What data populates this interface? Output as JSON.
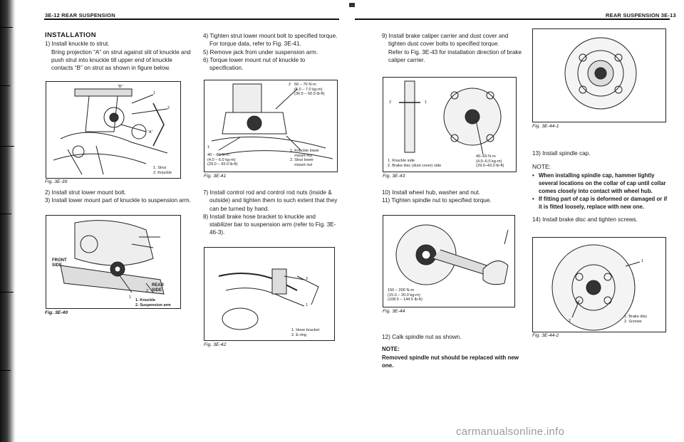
{
  "header": {
    "left": "3E-12 REAR SUSPENSION",
    "right": "REAR SUSPENSION 3E-13"
  },
  "col1": {
    "heading": "INSTALLATION",
    "step1": "1) Install knuckle to strut.",
    "step1_detail": "Bring projection “A” on strut against slit of knuckle and push strut into knuckle till upper end of knuckle contacts “B” on strut as shown in figure below.",
    "step2": "2) Install strut lower mount bolt.",
    "step3": "3) Install lower mount part of knuckle to suspension arm."
  },
  "fig39": {
    "caption": "Fig. 3E-39",
    "label_b": "“B”",
    "label_a": "“A”",
    "label_1": "1",
    "label_2": "2",
    "legend": "1. Strut\n2. Knuckle"
  },
  "fig40": {
    "caption": "Fig. 3E-40",
    "front": "FRONT\nSIDE",
    "rear": "REAR\nSIDE",
    "label_1": "1",
    "label_2": "2",
    "legend": "1. Knuckle\n2. Suspension arm"
  },
  "col2": {
    "step4": "4) Tighten strut lower mount bolt to specified torque. For torque data, refer to Fig. 3E-41.",
    "step5": "5) Remove jack from under suspension arm.",
    "step6": "6) Torque lower mount nut of knuckle to specification.",
    "step7": "7) Install control rod and control rod nuts (inside & outside) and tighten them to such extent that they can be turned by hand.",
    "step8": "8) Install brake hose bracket to knuckle and stabilizer bar to suspension arm (refer to Fig. 3E-46-3)."
  },
  "fig41": {
    "caption": "Fig. 3E-41",
    "torque_top": "50 – 70 N·m\n(5.0 – 7.0 kg-m)\n(36.5 – 50.5 lb-ft)",
    "torque_bottom": "40 – 60 N·m\n(4.0 – 6.0 kg-m)\n(29.0 – 43.0 lb-ft)",
    "label_1": "1",
    "label_2": "2",
    "legend": "1. Knuckle lower\n    mount nut\n2. Strut lower\n    mount nut"
  },
  "fig42": {
    "caption": "Fig. 3E-42",
    "label_1": "1",
    "label_2": "2",
    "legend": "1. Hose bracket\n2. E-ring"
  },
  "col3": {
    "step9": "9) Install brake caliper carrier and dust cover and tighten dust cover bolts to specified torque.",
    "step9_detail": "Refer to Fig. 3E-43 for installation direction of brake caliper carrier.",
    "step10": "10) Install wheel hub, washer and nut.",
    "step11": "11) Tighten spindle nut to specified torque.",
    "step12": "12) Calk spindle nut as shown.",
    "note_label": "NOTE:",
    "note_text": "Removed spindle nut should be replaced with new one."
  },
  "fig43": {
    "caption": "Fig. 3E-43",
    "label_1": "1",
    "label_2": "2",
    "torque": "40–60 N·m\n(4.0–6.0 kg-m)\n(29.0–43.0 lb-ft)",
    "legend": "1. Knuckle side\n2. Brake disc (dust cover) side"
  },
  "fig44": {
    "caption": "Fig. 3E-44",
    "torque": "150 – 200 N·m\n(15.0 – 20.0 kg-m)\n(108.5 – 144.5 lb-ft)"
  },
  "col4": {
    "step13": "13) Install spindle cap.",
    "note_label": "NOTE:",
    "bullet1": "When installing spindle cap, hammer lightly several locations on the collar of cap until collar comes closely into contact with wheel hub.",
    "bullet2": "If fitting part of cap is deformed or damaged or if it is fitted loosely, replace with new one.",
    "step14": "14) Install brake disc and tighten screws."
  },
  "fig44_1": {
    "caption": "Fig. 3E-44-1"
  },
  "fig44_2": {
    "caption": "Fig. 3E-44-2",
    "label_1": "1",
    "label_2": "2",
    "legend": "1. Brake disc\n2. Screws"
  },
  "watermark": "carmanualsonline.info"
}
